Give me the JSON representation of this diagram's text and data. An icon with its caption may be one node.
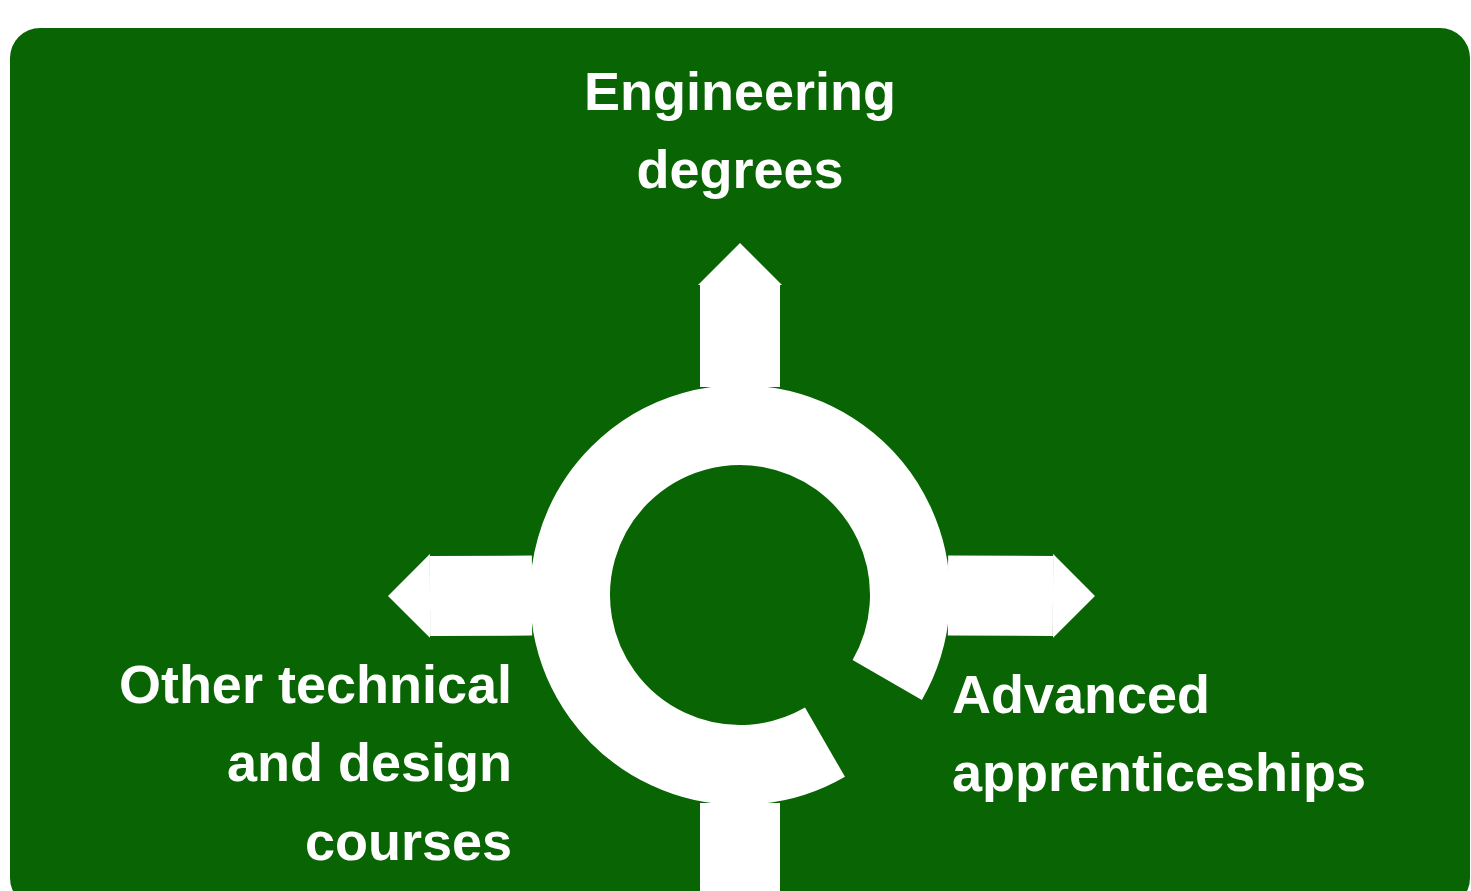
{
  "diagram": {
    "nodes": [
      {
        "text": [],
        "shape": "circle"
      },
      {
        "text": [
          "Engineering degrees"
        ]
      },
      {
        "text": [
          "Advanced apprenticeships"
        ]
      },
      {
        "text": [
          "Other technical and design courses"
        ]
      }
    ],
    "edges": [
      {
        "from": null,
        "to": 0,
        "arrow": "none"
      },
      {
        "from": 0,
        "to": 1,
        "arrow": "to"
      },
      {
        "from": 0,
        "to": 2,
        "arrow": "to"
      },
      {
        "from": 0,
        "to": 3,
        "arrow": "to"
      }
    ]
  }
}
